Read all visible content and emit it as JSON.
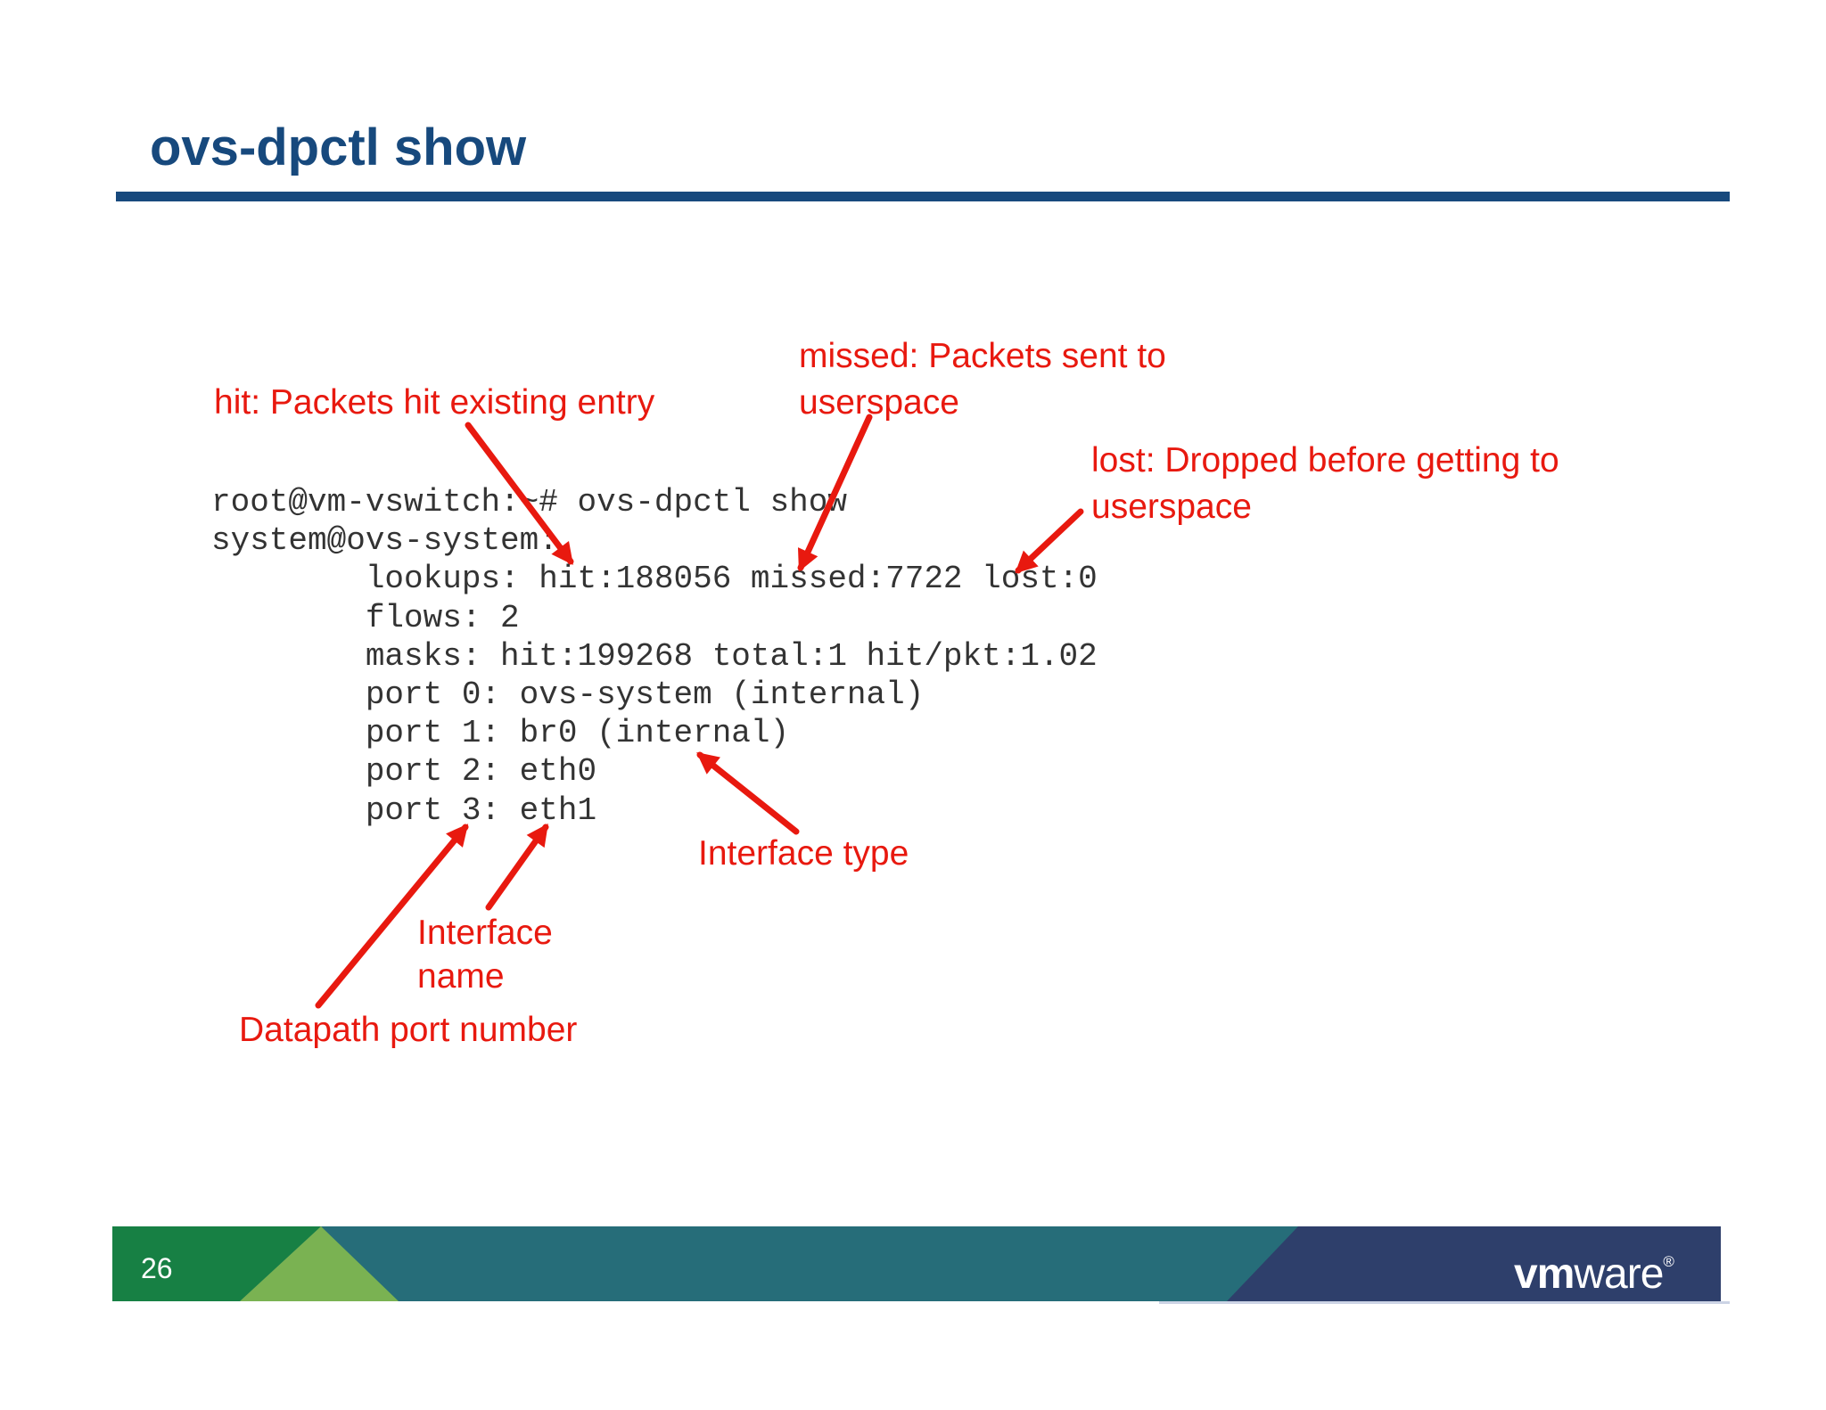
{
  "colors": {
    "title-blue": "#17497d",
    "accent-red": "#e8190f",
    "terminal-text": "#333333",
    "footer-dark-green": "#178044",
    "footer-light-green": "#7ab252",
    "footer-teal": "#266d79",
    "footer-navy": "#2e3f6b",
    "footer-text": "#ffffff",
    "page-bg": "#ffffff"
  },
  "header": {
    "title": "ovs-dpctl show"
  },
  "terminal": {
    "lines": [
      "root@vm-vswitch:~# ovs-dpctl show",
      "system@ovs-system:",
      "        lookups: hit:188056 missed:7722 lost:0",
      "        flows: 2",
      "        masks: hit:199268 total:1 hit/pkt:1.02",
      "        port 0: ovs-system (internal)",
      "        port 1: br0 (internal)",
      "        port 2: eth0",
      "        port 3: eth1"
    ]
  },
  "annotations": {
    "hit": "hit: Packets hit existing entry",
    "missed": "missed: Packets sent to\nuserspace",
    "lost": "lost: Dropped before getting to\nuserspace",
    "interface_type": "Interface type",
    "interface_name": "Interface\nname",
    "datapath": "Datapath port number"
  },
  "footer": {
    "page_number": "26",
    "logo": {
      "vm": "vm",
      "ware": "ware",
      "registered": "®"
    }
  }
}
